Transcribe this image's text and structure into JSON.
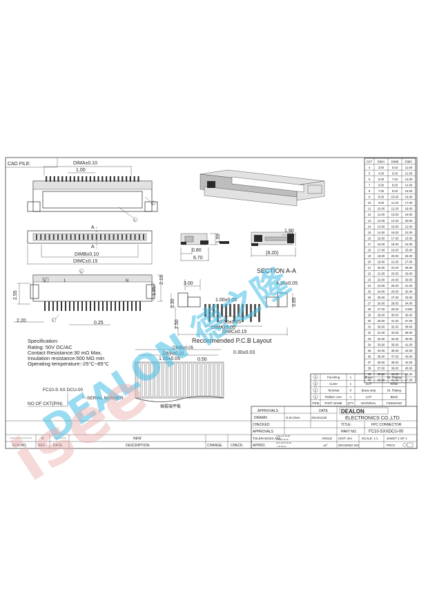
{
  "frame": {
    "cad_file_label": "CAD FILE:"
  },
  "views": {
    "dima_top": "DIMA±0.10",
    "pitch_top": "1.00",
    "mark_section_top": "A",
    "mark_section_bottom": "A",
    "dimb_front": "DIMB±0.10",
    "dimc_front": "DIMC±0.15",
    "dim_215": "2.15",
    "dim_185": "1.85",
    "dim_255": "2.55",
    "dim_220": "2.20",
    "dim_025": "0.25",
    "mark_v": "V",
    "mark_1": "1",
    "mark_n": "N",
    "side_080": "0.80",
    "side_670": "6.70",
    "side_155": "1.55",
    "sec_190": "1.90",
    "sec_820": "(8.20)",
    "section_label": "SECTION A-A"
  },
  "pcb": {
    "dim_300": "3.00",
    "dim_430": "4.30±0.05",
    "dim_100": "1.00±0.05",
    "dim_050": "0.50±0.05",
    "dima": "DIMA±0.05",
    "dimc": "DIMC±0.15",
    "dim_250": "2.50",
    "dim_330": "3.30",
    "dim_385": "3.85",
    "title": "Recommended P.C.B Layout"
  },
  "fpc": {
    "dimb": "DIMB±0.05",
    "dima": "DIMA±0.10",
    "dim_100": "1.00±0.05",
    "dim_050": "0.50",
    "dim_030": "0.30±0.03",
    "note": "插拔端平板"
  },
  "spec": {
    "title": "Specification:",
    "lines": [
      "Rating: 50V DC/AC",
      "Contact Resistance:30 mΩ Max.",
      "Insulation resistance:500 MΩ min",
      "Operating temperature:-25°C~85°C"
    ]
  },
  "ordering": {
    "code": "FC10-S XX DCU-00",
    "serial": "SERIAL NUMBER",
    "ckt": "NO OF CKT(PIN)"
  },
  "dim_table": {
    "headers": [
      "CKT",
      "DIMA",
      "DIMB",
      "DIMC"
    ],
    "rows": [
      [
        "4",
        "3.00",
        "5.03",
        "11.00"
      ],
      [
        "5",
        "4.00",
        "6.03",
        "12.00"
      ],
      [
        "6",
        "5.00",
        "7.03",
        "13.00"
      ],
      [
        "7",
        "6.00",
        "8.03",
        "14.00"
      ],
      [
        "8",
        "7.00",
        "9.03",
        "15.00"
      ],
      [
        "9",
        "8.00",
        "10.03",
        "16.00"
      ],
      [
        "10",
        "9.00",
        "11.03",
        "17.00"
      ],
      [
        "11",
        "10.00",
        "12.03",
        "18.00"
      ],
      [
        "12",
        "11.00",
        "13.03",
        "19.00"
      ],
      [
        "13",
        "12.00",
        "14.03",
        "20.00"
      ],
      [
        "14",
        "13.00",
        "15.03",
        "21.00"
      ],
      [
        "15",
        "14.00",
        "16.03",
        "22.00"
      ],
      [
        "16",
        "15.00",
        "17.03",
        "23.00"
      ],
      [
        "17",
        "16.00",
        "18.03",
        "24.00"
      ],
      [
        "18",
        "17.00",
        "19.03",
        "25.00"
      ],
      [
        "19",
        "18.00",
        "20.03",
        "26.00"
      ],
      [
        "20",
        "19.00",
        "21.03",
        "27.00"
      ],
      [
        "21",
        "20.00",
        "22.03",
        "28.00"
      ],
      [
        "22",
        "21.00",
        "23.03",
        "29.00"
      ],
      [
        "23",
        "22.00",
        "24.03",
        "30.00"
      ],
      [
        "24",
        "23.00",
        "25.03",
        "31.00"
      ],
      [
        "25",
        "24.00",
        "26.03",
        "32.00"
      ],
      [
        "26",
        "25.00",
        "27.03",
        "33.00"
      ],
      [
        "27",
        "26.00",
        "28.03",
        "34.00"
      ],
      [
        "28",
        "27.00",
        "29.03",
        "3.500"
      ],
      [
        "29",
        "28.00",
        "30.03",
        "36.00"
      ],
      [
        "30",
        "29.00",
        "31.03",
        "37.00"
      ],
      [
        "31",
        "30.00",
        "32.03",
        "38.00"
      ],
      [
        "32",
        "31.00",
        "33.03",
        "39.00"
      ],
      [
        "33",
        "32.00",
        "34.03",
        "40.00"
      ],
      [
        "34",
        "33.00",
        "35.03",
        "41.00"
      ],
      [
        "35",
        "34.00",
        "36.03",
        "42.00"
      ],
      [
        "36",
        "35.00",
        "37.03",
        "43.00"
      ],
      [
        "37",
        "36.00",
        "38.03",
        "44.00"
      ],
      [
        "38",
        "37.00",
        "39.03",
        "45.00"
      ],
      [
        "39",
        "38.00",
        "40.03",
        "46.00"
      ],
      [
        "40",
        "39.00",
        "41.03",
        "47.00"
      ]
    ]
  },
  "bom": {
    "rows": [
      [
        "4",
        "Punching",
        "1",
        "Brass",
        "Ni. Plating"
      ],
      [
        "3",
        "Cover",
        "1",
        "LCP",
        "White"
      ],
      [
        "2",
        "Terminal",
        "X",
        "Brass strip",
        "Ni. Plating"
      ],
      [
        "1",
        "Rubber core",
        "1",
        "LCP",
        "Black"
      ]
    ],
    "header": [
      "ITEM",
      "PART NAME",
      "QTY.",
      "MATERIAL",
      "FINISHING"
    ]
  },
  "title_block": {
    "approvals": "APPROVALS",
    "date": "DATE",
    "drawn": "DRAWN",
    "drawn_by": "G.M.Chen",
    "drawn_date": "2014/11/28",
    "checked": "CHECKED",
    "approvals2": "APPROVALS",
    "company_logo": "DEALON",
    "company": "ELECTRONICS CO.,LTD",
    "title_label": "TITLE:",
    "title_value": "FPC CONNECTOR",
    "part_label": "PART NO.",
    "part_value": "FC10-SXXDCU-00",
    "tolerances": "TOLERANCES ARE",
    "tol_rows": [
      "0.00~5.0 ±0.05",
      "5.0~10 ±0.10",
      "10.0~15.0 ±0.15",
      "> 15 ±0.10"
    ],
    "angle": "ANGLE",
    "angle_value": "±2°",
    "unit": "UNIT: mm",
    "scale": "SCALE: 1:1",
    "sheet": "SHEET 1 OF 1",
    "drawing_no": "DRAWING NO.",
    "proj": "PROJ"
  },
  "revision": {
    "rev_letter": "A",
    "new_label": "NEW",
    "headers": [
      "ECN NO.",
      "REV.",
      "DATE.",
      "DESCRIPTION.",
      "CHANGE.",
      "CHECK.",
      "APPRO."
    ]
  },
  "watermarks": {
    "site": "isee",
    "brand": "DEALON 德之隆"
  }
}
